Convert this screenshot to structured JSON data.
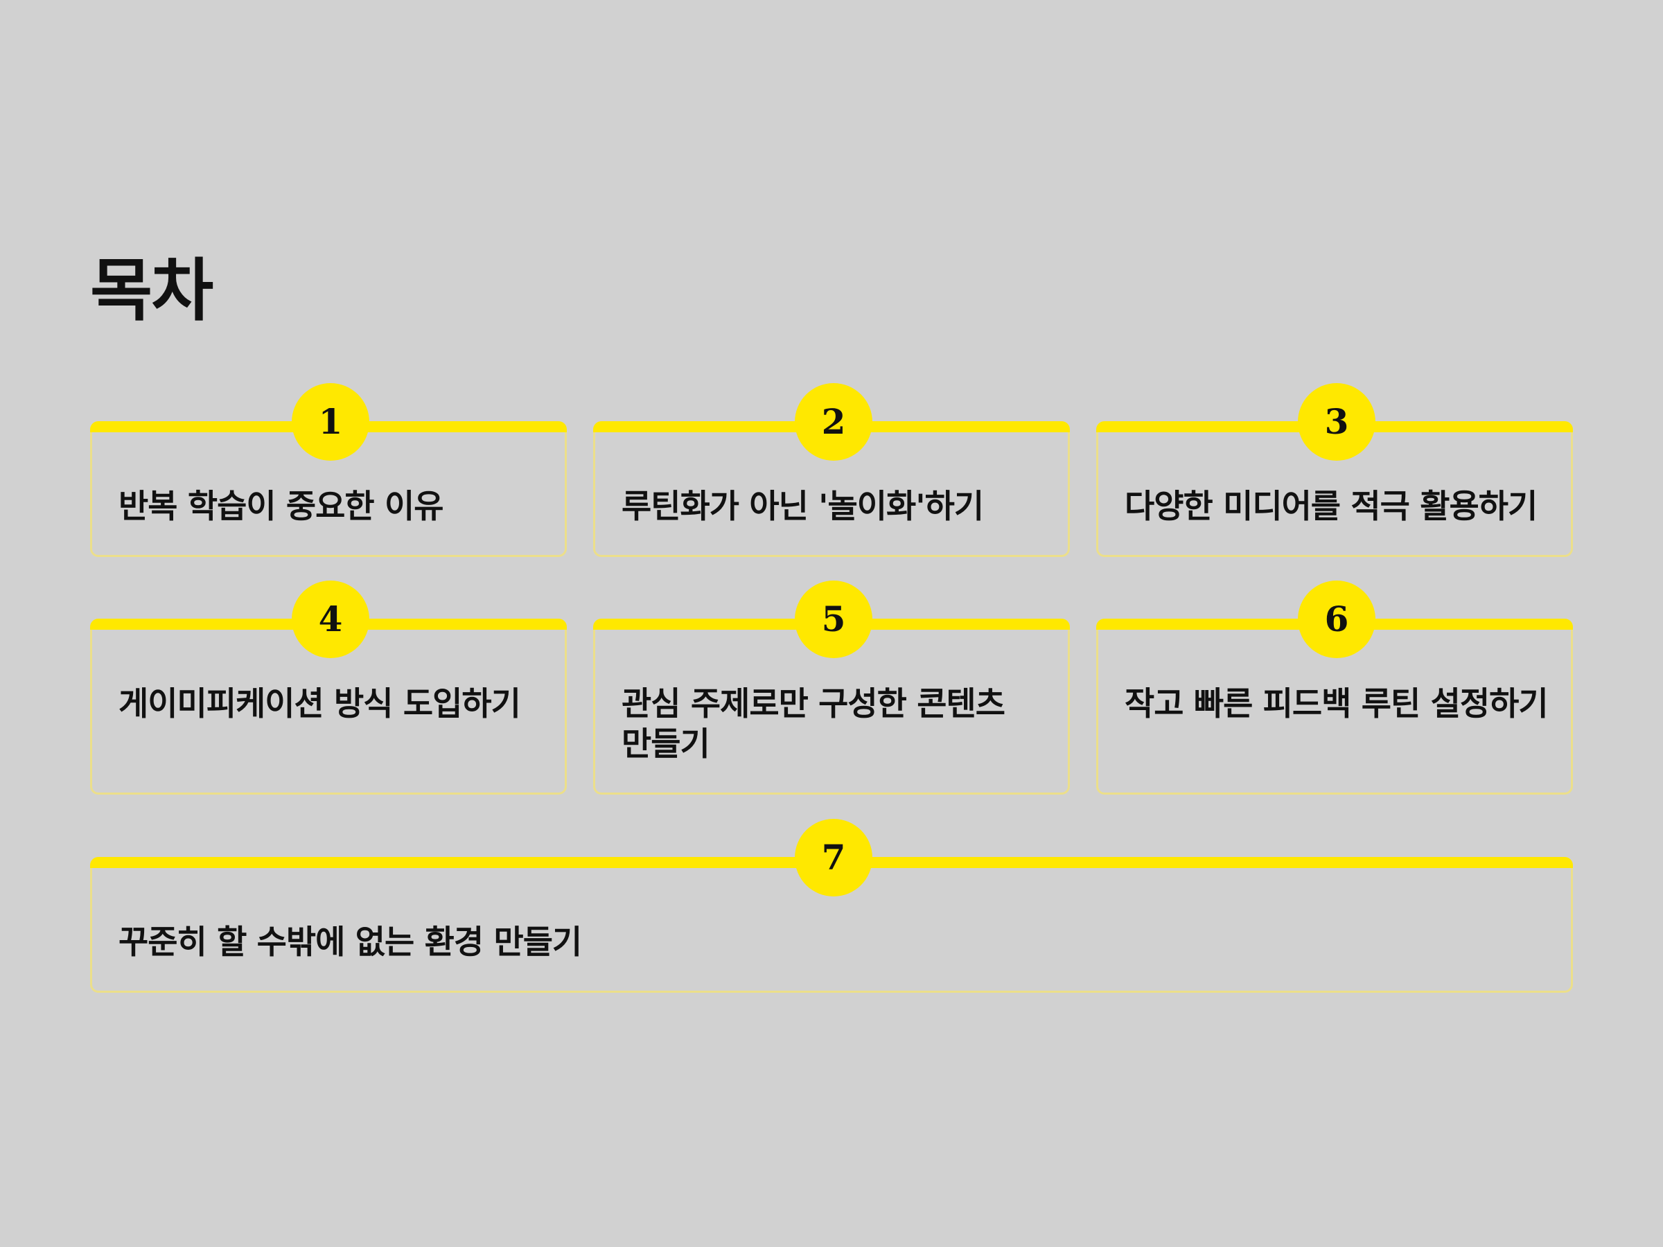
{
  "title": "목차",
  "accent_color": "#ffe800",
  "card_border_color": "#ecdf8a",
  "background_color": "#d1d1d1",
  "items": [
    {
      "number": "1",
      "label": "반복 학습이 중요한 이유"
    },
    {
      "number": "2",
      "label": "루틴화가 아닌 '놀이화'하기"
    },
    {
      "number": "3",
      "label": "다양한 미디어를 적극 활용하기"
    },
    {
      "number": "4",
      "label": "게이미피케이션 방식 도입하기"
    },
    {
      "number": "5",
      "label": "관심 주제로만 구성한 콘텐츠 만들기"
    },
    {
      "number": "6",
      "label": "작고 빠른 피드백 루틴 설정하기"
    },
    {
      "number": "7",
      "label": "꾸준히 할 수밖에 없는 환경 만들기"
    }
  ]
}
